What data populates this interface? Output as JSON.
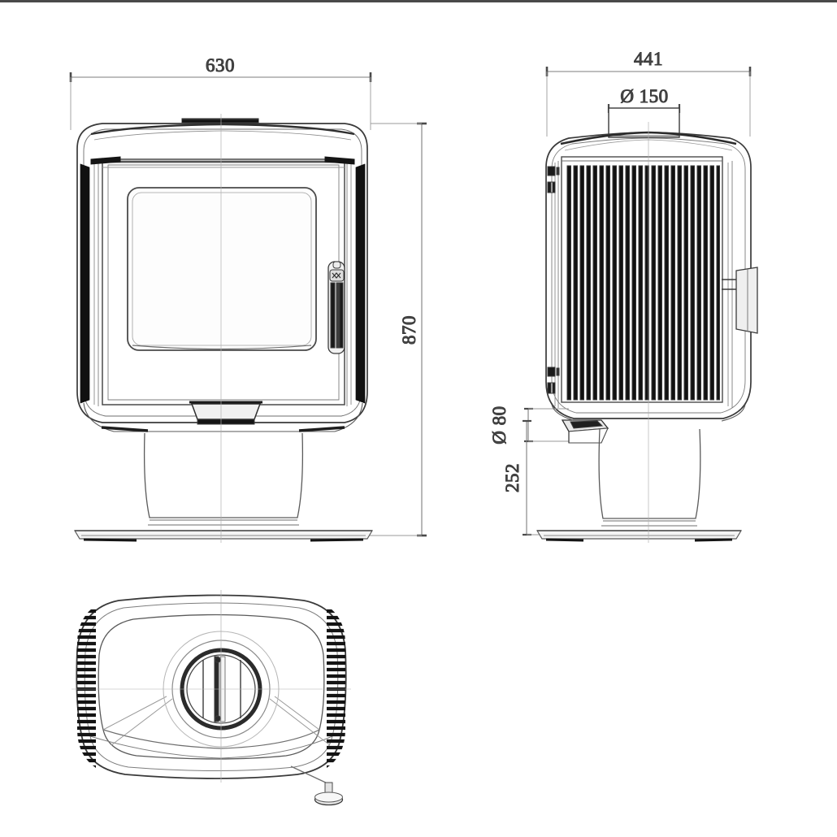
{
  "document": {
    "type": "technical-drawing",
    "subject": "wood-burning stove",
    "views": [
      "front elevation",
      "side elevation",
      "top plan"
    ],
    "units": "mm",
    "background_color": "#ffffff",
    "line_color": "#3a3a3a",
    "text_color": "#4b4b4b"
  },
  "dimensions": {
    "front_width": {
      "label": "630",
      "view": "front",
      "orientation": "horizontal",
      "position": "top"
    },
    "overall_height": {
      "label": "870",
      "view": "front",
      "orientation": "vertical",
      "position": "right"
    },
    "side_depth": {
      "label": "441",
      "view": "side",
      "orientation": "horizontal",
      "position": "top"
    },
    "flue_diameter": {
      "label": "Ø 150",
      "view": "side",
      "orientation": "horizontal",
      "position": "top-center"
    },
    "air_inlet_diameter": {
      "label": "Ø 80",
      "view": "side",
      "orientation": "vertical",
      "position": "left"
    },
    "base_height": {
      "label": "252",
      "view": "side",
      "orientation": "vertical",
      "position": "left-lower"
    }
  },
  "views": {
    "front": {
      "name": "front-elevation",
      "features": [
        "door-frame",
        "glass-window",
        "door-handle",
        "left-black-trim",
        "right-black-trim",
        "bottom-air-inlet",
        "pedestal-column",
        "base-plate",
        "top-flue-collar"
      ]
    },
    "side": {
      "name": "side-elevation",
      "features": [
        "flue-collar",
        "vertical-fin-array",
        "hinge-upper",
        "hinge-lower",
        "rear-handle",
        "air-inlet-spout",
        "pedestal-column",
        "base-plate"
      ],
      "fin_count": 23
    },
    "top": {
      "name": "top-plan",
      "features": [
        "outer-shell-outline",
        "inner-shell-outline",
        "ventilation-slot-left",
        "ventilation-slot-right",
        "flue-opening-ring",
        "flue-damper-bar",
        "air-control-knob"
      ]
    }
  }
}
